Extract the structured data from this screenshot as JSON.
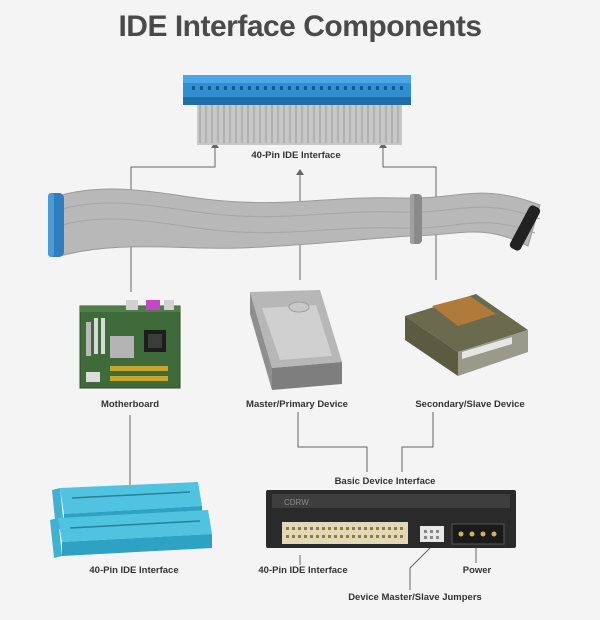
{
  "title": "IDE Interface Components",
  "labels": {
    "ide_connector_top": "40-Pin IDE Interface",
    "motherboard": "Motherboard",
    "master_device": "Master/Primary Device",
    "slave_device": "Secondary/Slave Device",
    "basic_device_interface": "Basic Device Interface",
    "ide_connector_bottom": "40-Pin IDE Interface",
    "power": "Power",
    "jumpers": "Device Master/Slave Jumpers",
    "drive_back_model": "CDRW"
  },
  "colors": {
    "connector_blue": "#2f8fd0",
    "connector_cyan": "#4fc3e0",
    "cable_gray": "#b8b8b8",
    "pcb_green": "#3f6b3a",
    "leader_line": "#666666"
  }
}
